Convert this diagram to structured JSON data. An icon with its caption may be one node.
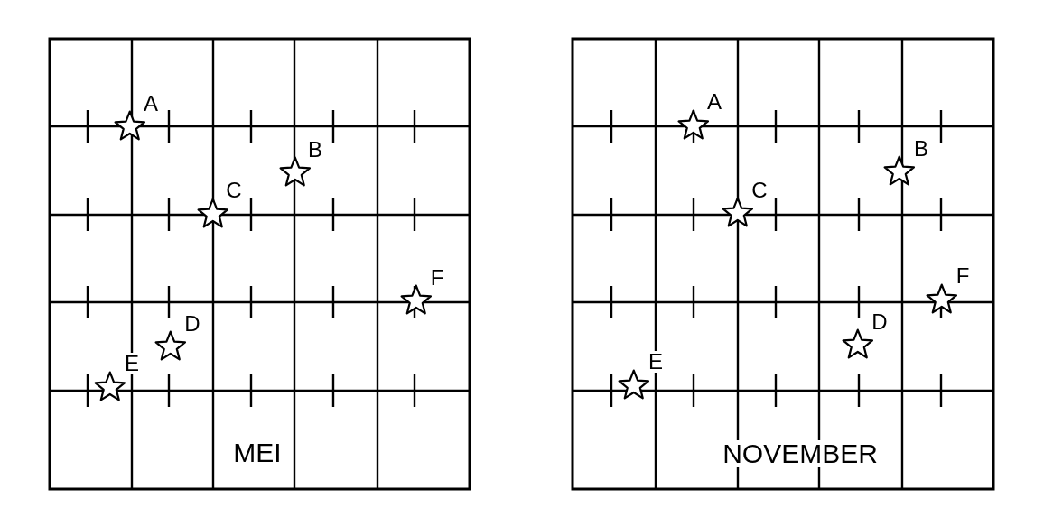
{
  "diagram": {
    "labels": [
      "A",
      "B",
      "C",
      "F",
      "D",
      "E",
      "MEI",
      "A",
      "B",
      "C",
      "F",
      "D",
      "E",
      "NOVEMBER"
    ]
  }
}
